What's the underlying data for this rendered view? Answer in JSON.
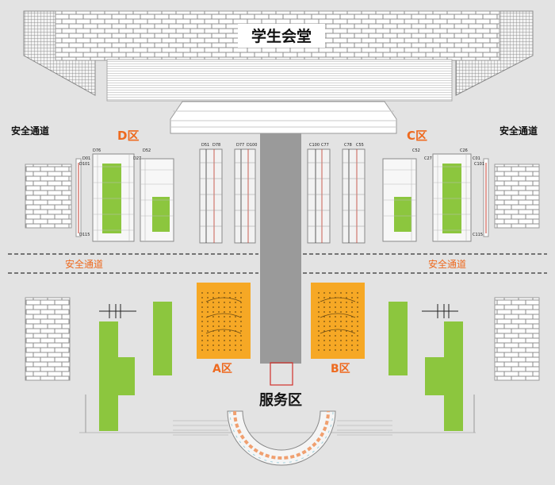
{
  "venue": {
    "title": "学生会堂",
    "zones": {
      "d": "D区",
      "c": "C区",
      "a": "A区",
      "b": "B区",
      "service": "服务区"
    },
    "exits": {
      "top_left": "安全通道",
      "top_right": "安全通道",
      "aisle_left": "安全通道",
      "aisle_right": "安全通道"
    },
    "seat_labels": {
      "d76": "D76",
      "d01": "D01",
      "d101": "D101",
      "d115": "D115",
      "d52": "D52",
      "d27": "D27",
      "d51": "D51",
      "d78": "D78",
      "d77": "D77",
      "d100": "D100",
      "c100": "C100",
      "c77": "C77",
      "c78": "C78",
      "c55": "C55",
      "c52": "C52",
      "c27": "C27",
      "c26": "C26",
      "c01": "C01",
      "c101": "C101",
      "c115": "C115"
    }
  },
  "colors": {
    "background": "#e3e3e3",
    "wall": "#ffffff",
    "wall_line": "#8c8c8c",
    "zone_label": "#ee6a1f",
    "highlight_green": "#8cc63e",
    "highlight_orange": "#f6a825",
    "walkway": "#9a9a9a",
    "seat_line": "#c0392b"
  }
}
